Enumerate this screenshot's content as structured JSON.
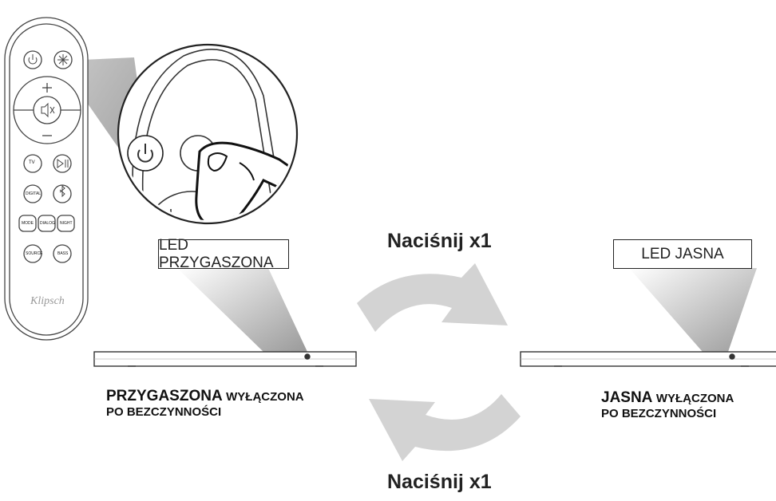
{
  "remote": {
    "buttons": {
      "tv": "TV",
      "digital": "DIGITAL",
      "mode": "MODE",
      "dialog": "DIALOG",
      "night": "NIGHT",
      "source": "SOURCE",
      "bass": "BASS"
    },
    "logo": "Klipsch"
  },
  "left_state": {
    "led_label": "LED PRZYGASZONA",
    "title": "PRZYGASZONA",
    "subtitle_1": "WYŁĄCZONA",
    "subtitle_2": "PO BEZCZYNNOŚCI"
  },
  "right_state": {
    "led_label": "LED JASNA",
    "title": "JASNA",
    "subtitle_1": "WYŁĄCZONA",
    "subtitle_2": "PO BEZCZYNNOŚCI"
  },
  "press_top": "Naciśnij x1",
  "press_bottom": "Naciśnij x1",
  "colors": {
    "arrow": "#d3d3d3",
    "line": "#333333",
    "beam": "#b0b0b0"
  }
}
